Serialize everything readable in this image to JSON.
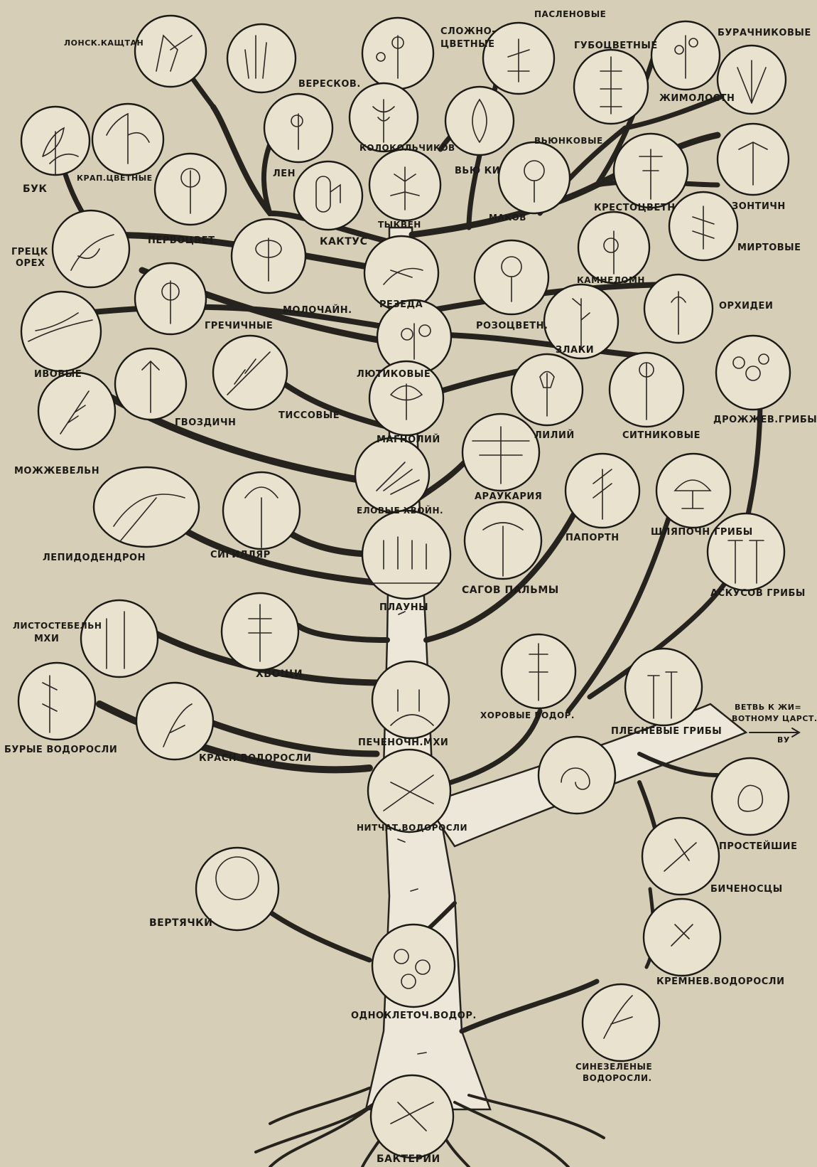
{
  "colors": {
    "paper": "#d6ceb6",
    "ink": "#1c1a17",
    "circle_fill": "#e8e2cf"
  },
  "labels": {
    "bukk": "БУК",
    "kon_kashtan": "ЛОНСК.КАЩТАН",
    "vereskov": "ВЕРЕСКОВ.",
    "krap_cvetn": "КРАП.ЦВЕТНЫЕ",
    "len": "ЛЕН",
    "grecki_orekh": "ГРЕЦК\nОРЕХ",
    "pervocvet": "ПЕРВОЦВЕТ",
    "kaktus": "КАКТУС",
    "tykven": "ТЫКВЕН",
    "molochain": "МОЛОЧАЙН.",
    "slozhnocvetnye": "СЛОЖНО-\nЦВЕТНЫЕ",
    "kolokolchikov": "КОЛОКОЛЬЧИКОВ",
    "vyunki": "ВЬЮ КИ",
    "vyunkovye": "ВЬЮНКОВЫЕ",
    "paslenovye": "ПАСЛЕНОВЫЕ",
    "gubocvetnye": "ГУБОЦВЕТНЫЕ",
    "burachnikovye": "БУРАЧНИКОВЫЕ",
    "zhimolost": "ЖИМОЛОСТН",
    "makov": "МАКОВ",
    "krestocvetn": "КРЕСТОЦВЕТН",
    "zontichn": "ЗОНТИЧН",
    "mirtovye": "МИРТОВЫЕ",
    "kamnelomn": "КАМНЕЛОМН",
    "orkhidei": "ОРХИДЕИ",
    "ivovye": "ИВОВЫЕ",
    "grechichnye": "ГРЕЧИЧНЫЕ",
    "rezeda": "РЕЗЕДА",
    "rozocvetn": "РОЗОЦВЕТН.",
    "zlaki": "ЗЛАКИ",
    "lyutikovye": "ЛЮТИКОВЫЕ",
    "gvozdichn": "ГВОЗДИЧН",
    "tissovye": "ТИССОВЫЕ",
    "magnolii": "МАГНОЛИЙ",
    "lilii": "ЛИЛИЙ",
    "sitnikovye": "СИТНИКОВЫЕ",
    "drozhzh_griby": "ДРОЖЖЕВ.ГРИБЫ",
    "mozhzhevelnik": "МОЖЖЕВЕЛЬН",
    "elovye": "ЕЛОВЫЕ ХВОЙН.",
    "araukariya": "АРАУКАРИЯ",
    "paporotn": "ПАПОРТН",
    "shlyapochn": "ШЛЯПОЧН.ГРИБЫ",
    "lepidodendron": "ЛЕПИДОДЕНДРОН",
    "sigillyar": "СИГИЛЛЯР",
    "sagov": "САГОВ ПАЛЬМЫ",
    "plauny": "ПЛАУНЫ",
    "askusov": "АСКУСОВ ГРИБЫ",
    "listostebeln": "ЛИСТОСТЕБЕЛЬН\nМХИ",
    "khvoshchi": "ХВОЩИ",
    "khorovye": "ХОРОВЫЕ ВОДОР.",
    "plesnevye": "ПЛЕСНЕВЫЕ ГРИБЫ",
    "vetv": "ВЕТВЬ К ЖИ=\nВОТНОМУ ЦАРСТ.\nВУ",
    "burye": "БУРЫЕ ВОДОРОСЛИ",
    "krasn": "КРАСН.ВОДОРОСЛИ",
    "pechenochn": "ПЕЧЕНОЧН.МХИ",
    "nitchat": "НИТЧАТ.ВОДОРОСЛИ",
    "prosteishie": "ПРОСТЕЙШИЕ",
    "zhgutikovye": "БИЧЕНОСЦЫ",
    "vertyachki": "ВЕРТЯЧКИ",
    "kremnev": "КРЕМНЕВ.ВОДОРОСЛИ",
    "odnokletoch": "ОДНОКЛЕТОЧ.ВОДОР.",
    "sinezelenye": "СИНЕЗЕЛЕНЫЕ\nВОДОРОСЛИ.",
    "bakterii": "БАКТЕРИИ"
  }
}
